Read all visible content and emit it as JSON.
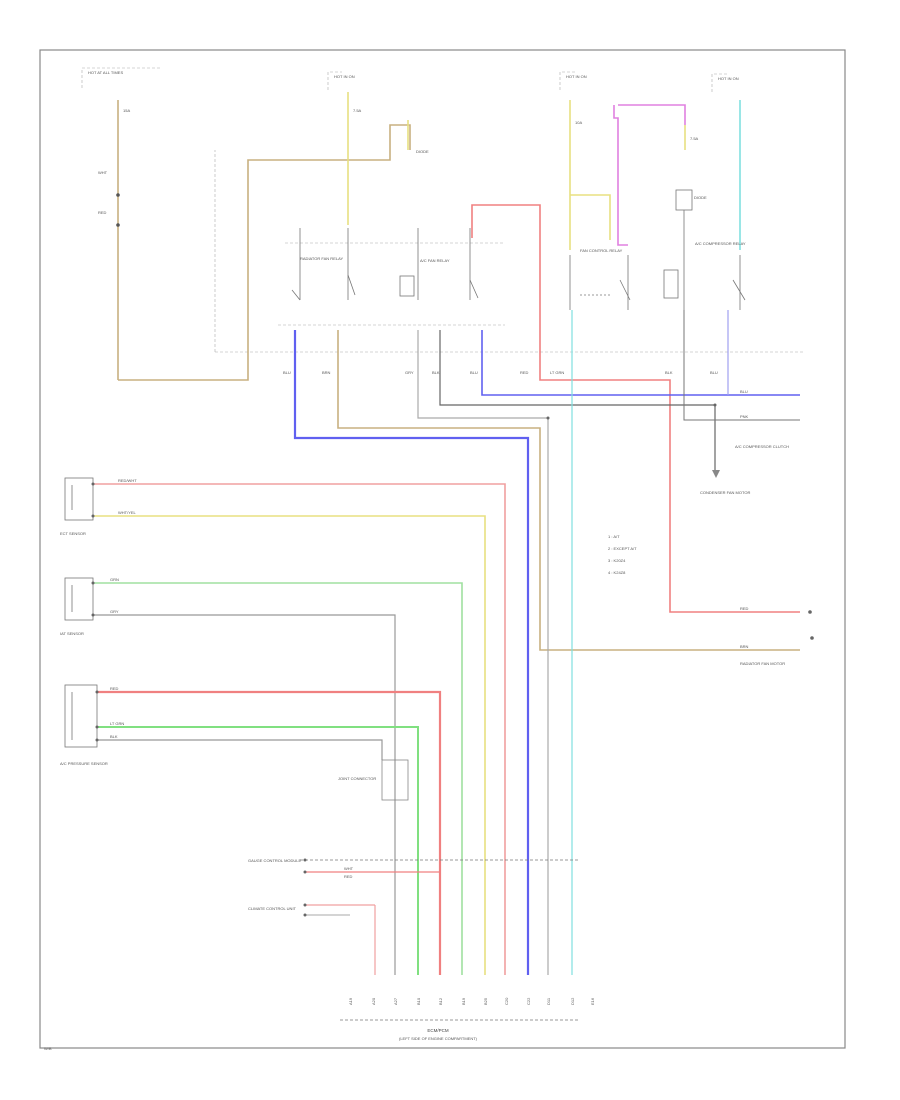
{
  "diagram": {
    "page_code": "W/B",
    "fuses": {
      "f1_head": "HOT AT ALL TIMES",
      "f2_head": "HOT IN ON",
      "f3_head": "HOT IN ON",
      "f4_head": "HOT IN ON",
      "f1_rating": "15A",
      "f2_rating": "7.5A",
      "f3_rating": "10A",
      "f4_rating": "7.5A"
    },
    "relays": {
      "radiator_fan": "RADIATOR FAN RELAY",
      "ac_fan": "A/C FAN RELAY",
      "fan_control": "FAN CONTROL RELAY",
      "ac_compressor": "A/C COMPRESSOR RELAY",
      "diode": "DIODE"
    },
    "components": {
      "ecm": "ECM/PCM",
      "ecm_sub": "(LEFT SIDE OF ENGINE COMPARTMENT)",
      "ect_sensor": "ECT SENSOR",
      "iat_sensor": "IAT SENSOR",
      "ac_pressure_sensor": "A/C PRESSURE SENSOR",
      "ac_compressor_clutch": "A/C COMPRESSOR CLUTCH",
      "radiator_fan_motor": "RADIATOR FAN MOTOR",
      "condenser_fan_motor": "CONDENSER FAN MOTOR",
      "joint_connector": "JOINT CONNECTOR",
      "gauge_control_module": "GAUGE CONTROL MODULE",
      "climate_control_unit": "CLIMATE CONTROL UNIT"
    },
    "legend": [
      "1 : A/T",
      "2 : EXCEPT A/T",
      "3 : K20Z4",
      "4 : K24Z8"
    ],
    "wires": {
      "blu": "BLU",
      "grn": "GRN",
      "red": "RED",
      "wht": "WHT",
      "yel": "YEL",
      "pnk": "PNK",
      "brn": "BRN",
      "lt_grn": "LT GRN",
      "blk": "BLK",
      "gry": "GRY",
      "wht_yel": "WHT/YEL",
      "red_wht": "RED/WHT"
    },
    "ecm_pins": [
      "A19",
      "A20",
      "A27",
      "B10",
      "B12",
      "B19",
      "B25",
      "C20",
      "C22",
      "D11",
      "D12",
      "E16"
    ]
  }
}
